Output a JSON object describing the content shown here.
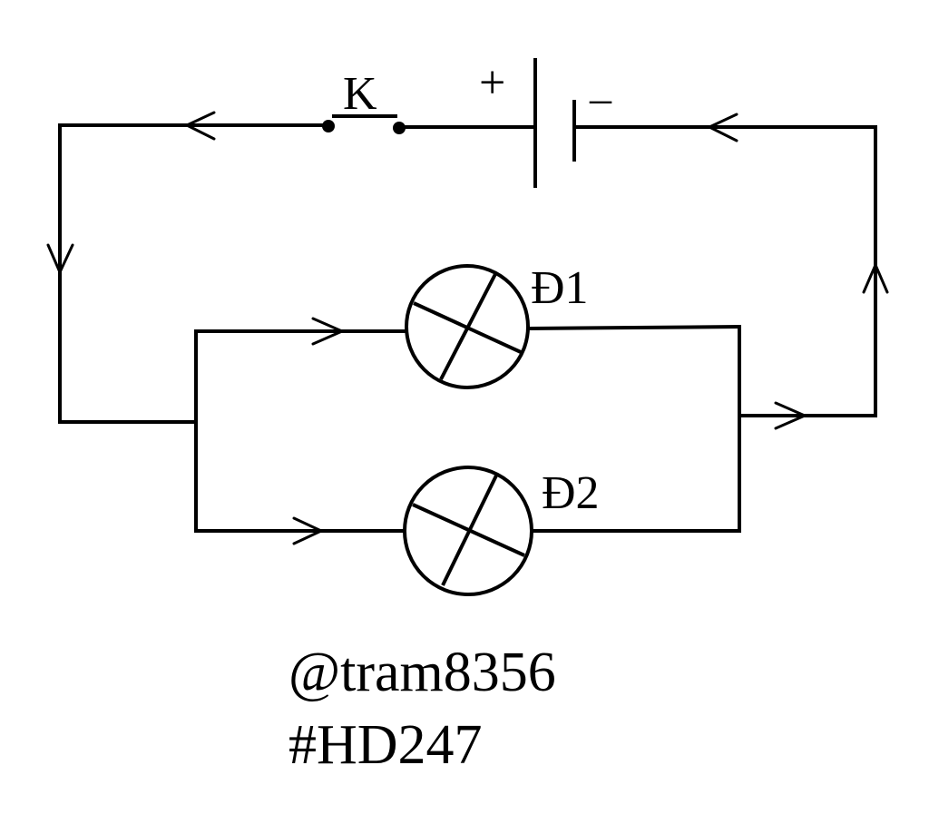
{
  "diagram": {
    "labels": {
      "switch": "K",
      "battery_positive": "+",
      "battery_negative": "–",
      "lamp_1": "Đ1",
      "lamp_2": "Đ2"
    },
    "watermark": {
      "author": "@tram8356",
      "tag": "#HD247"
    },
    "icons": [
      "switch-icon",
      "battery-icon",
      "lamp-icon",
      "current-arrow-icon"
    ],
    "colors": {
      "line": "#000000",
      "background": "#ffffff"
    }
  }
}
